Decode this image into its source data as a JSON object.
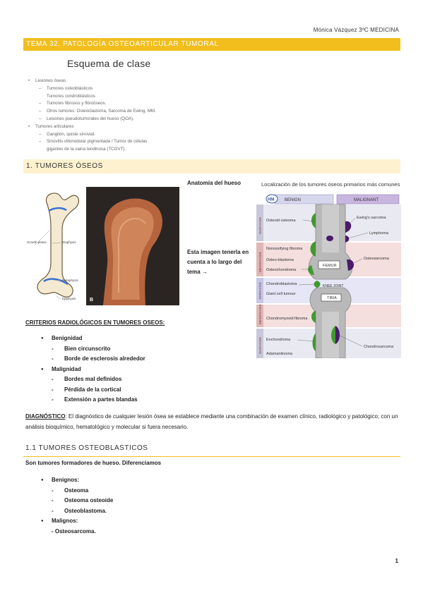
{
  "header": {
    "author": "Mónica Vázquez 3ºC MEDICINA"
  },
  "topic": {
    "title": "TEMA 32. PATOLOGÍA OSTEOARTICULAR TUMORAL"
  },
  "scheme": {
    "title": "Esquema de clase",
    "items": [
      {
        "level": 1,
        "text": "Lesiones óseas"
      },
      {
        "level": 2,
        "text": "Tumores osteoblásticos"
      },
      {
        "level": 3,
        "text": "Tumores condroblásticos"
      },
      {
        "level": 2,
        "text": "Tumores fibrosos y fibroóseos."
      },
      {
        "level": 2,
        "text": "Otros tumores: Osteoclastoma, Sarcoma de Ewing, MM."
      },
      {
        "level": 2,
        "text": "Lesiones pseudotumorales del hueso (QOA)."
      },
      {
        "level": 1,
        "text": "Tumores articulares"
      },
      {
        "level": 2,
        "text": "Ganglión, quiste sinovial."
      },
      {
        "level": 2,
        "text": "Sinovitis villonodular pigmentada / Tumor de células"
      },
      {
        "level": 3,
        "text": "gigantes de la vaina tendinosa (TCGVT)."
      }
    ]
  },
  "section1": {
    "title": "1. TUMORES ÓSEOS",
    "anatomy_label": "Anatomía del hueso",
    "note": "Esta imagen tenerla en cuenta a lo largo del tema →",
    "bone_labels": [
      "Growth plates",
      "Diaphysis",
      "Metaphysis",
      "Epiphysis"
    ],
    "photo_label": "B",
    "loc_title": "Localización de los tumores óseos primarios más comunes",
    "diagram": {
      "logo": "HM",
      "benign": "BENIGN",
      "malignant": "MALIGNANT",
      "zones": [
        "DIAPHYSIS",
        "METAPHYSIS",
        "EPIPHYSIS",
        "METAPHYSIS",
        "DIAPHYSIS"
      ],
      "benign_labels": [
        "Osteoid osteoma",
        "Nonossifying fibroma",
        "Osteo-blastoma",
        "Osteochondroma",
        "Chondroblastoma",
        "Giant cell tumour",
        "Chondromyxoid fibroma",
        "Enchondroma",
        "Adamantinoma"
      ],
      "malignant_labels": [
        "Ewing's sarcoma",
        "Lymphoma",
        "Osteosarcoma",
        "Chondrosarcoma"
      ],
      "bone_labels": [
        "FEMUR",
        "KNEE JOINT",
        "TIBIA"
      ]
    }
  },
  "criteria": {
    "title": "CRITERIOS RADIOLÓGICOS EN TUMORES OSEOS",
    "title_tail": ":",
    "groups": [
      {
        "label": "Benignidad",
        "items": [
          "Bien circunscrito",
          "Borde de esclerosis alrededor"
        ]
      },
      {
        "label": "Malignidad",
        "items": [
          "Bordes mal definidos",
          "Pérdida de la cortical",
          "Extensión a partes blandas"
        ]
      }
    ]
  },
  "diagnostic": {
    "label": "DIAGNÓSTICO",
    "text": ": El diagnóstico de cualquier lesión ósea se establece mediante una combinación de examen clínico, radiológico y patológico; con un análisis bioquímico, hematológico y molecular si fuera necesario."
  },
  "subsection": {
    "title": "1.1 TUMORES OSTEOBLASTICOS",
    "intro": "Son tumores formadores de hueso. Diferenciamos",
    "groups": [
      {
        "label": "Benignos:",
        "items": [
          "Osteoma",
          "Osteoma osteoide",
          "Osteoblastoma."
        ]
      },
      {
        "label": "Malignos:",
        "items": [
          "- Osteosarcoma."
        ]
      }
    ]
  },
  "page": {
    "number": "1"
  },
  "colors": {
    "accent": "#f2be1d",
    "section_bg": "#fdf1cf",
    "benign_green": "#3f9a2e",
    "malignant_purple": "#4b1a6b"
  }
}
